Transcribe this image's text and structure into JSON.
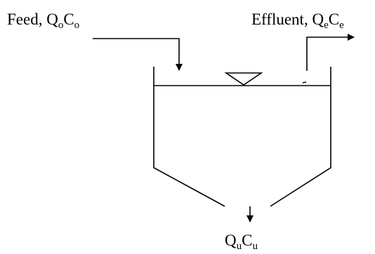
{
  "labels": {
    "feed": {
      "text": "Feed, Q",
      "sub1": "o",
      "mid": "C",
      "sub2": "o"
    },
    "effluent": {
      "text": "Effluent, Q",
      "sub1": "e",
      "mid": "C",
      "sub2": "e"
    },
    "underflow": {
      "text": "Q",
      "sub1": "u",
      "mid": "C",
      "sub2": "u"
    }
  },
  "colors": {
    "ink": "#000000",
    "background": "#ffffff"
  }
}
